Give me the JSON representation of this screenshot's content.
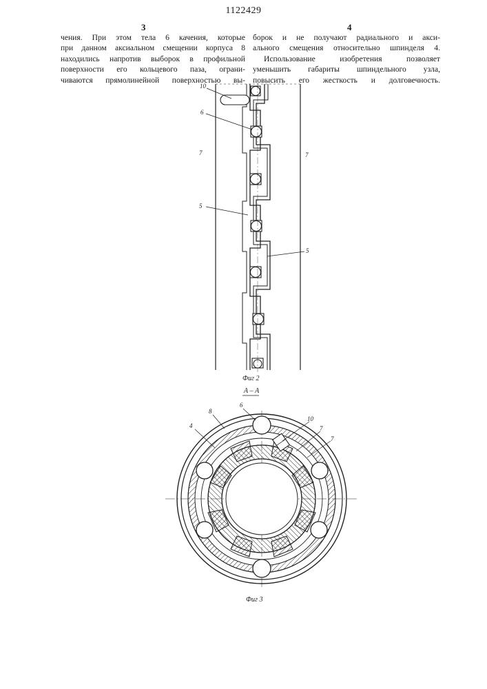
{
  "header": {
    "patent_number": "1122429",
    "left_column_number": "3",
    "right_column_number": "4"
  },
  "left_column": [
    "чения. При этом тела 6 качения, которые",
    "при данном аксиальном смещении корпуса 8",
    "находились напротив выборок в профильной",
    "поверхности его кольцевого паза, ограни-",
    "чиваются прямолинейной поверхностью вы-"
  ],
  "right_column": [
    "борок и не получают радиального и акси-",
    "ального смещения относительно шпинделя 4.",
    "Использование изобретения позволяет",
    "уменьшить габариты шпиндельного узла,",
    "повысить его жесткость и долговечность."
  ],
  "figure2": {
    "caption": "Фиг 2",
    "labels": {
      "l10": "10",
      "l6": "6",
      "l7_left": "7",
      "l7_right": "7",
      "l5_left": "5",
      "l5_right": "5"
    }
  },
  "figure3": {
    "section": "А – А",
    "caption": "Фиг 3",
    "labels": {
      "l4": "4",
      "l8": "8",
      "l6": "6",
      "l10": "10",
      "l7a": "7",
      "l7b": "7"
    }
  }
}
